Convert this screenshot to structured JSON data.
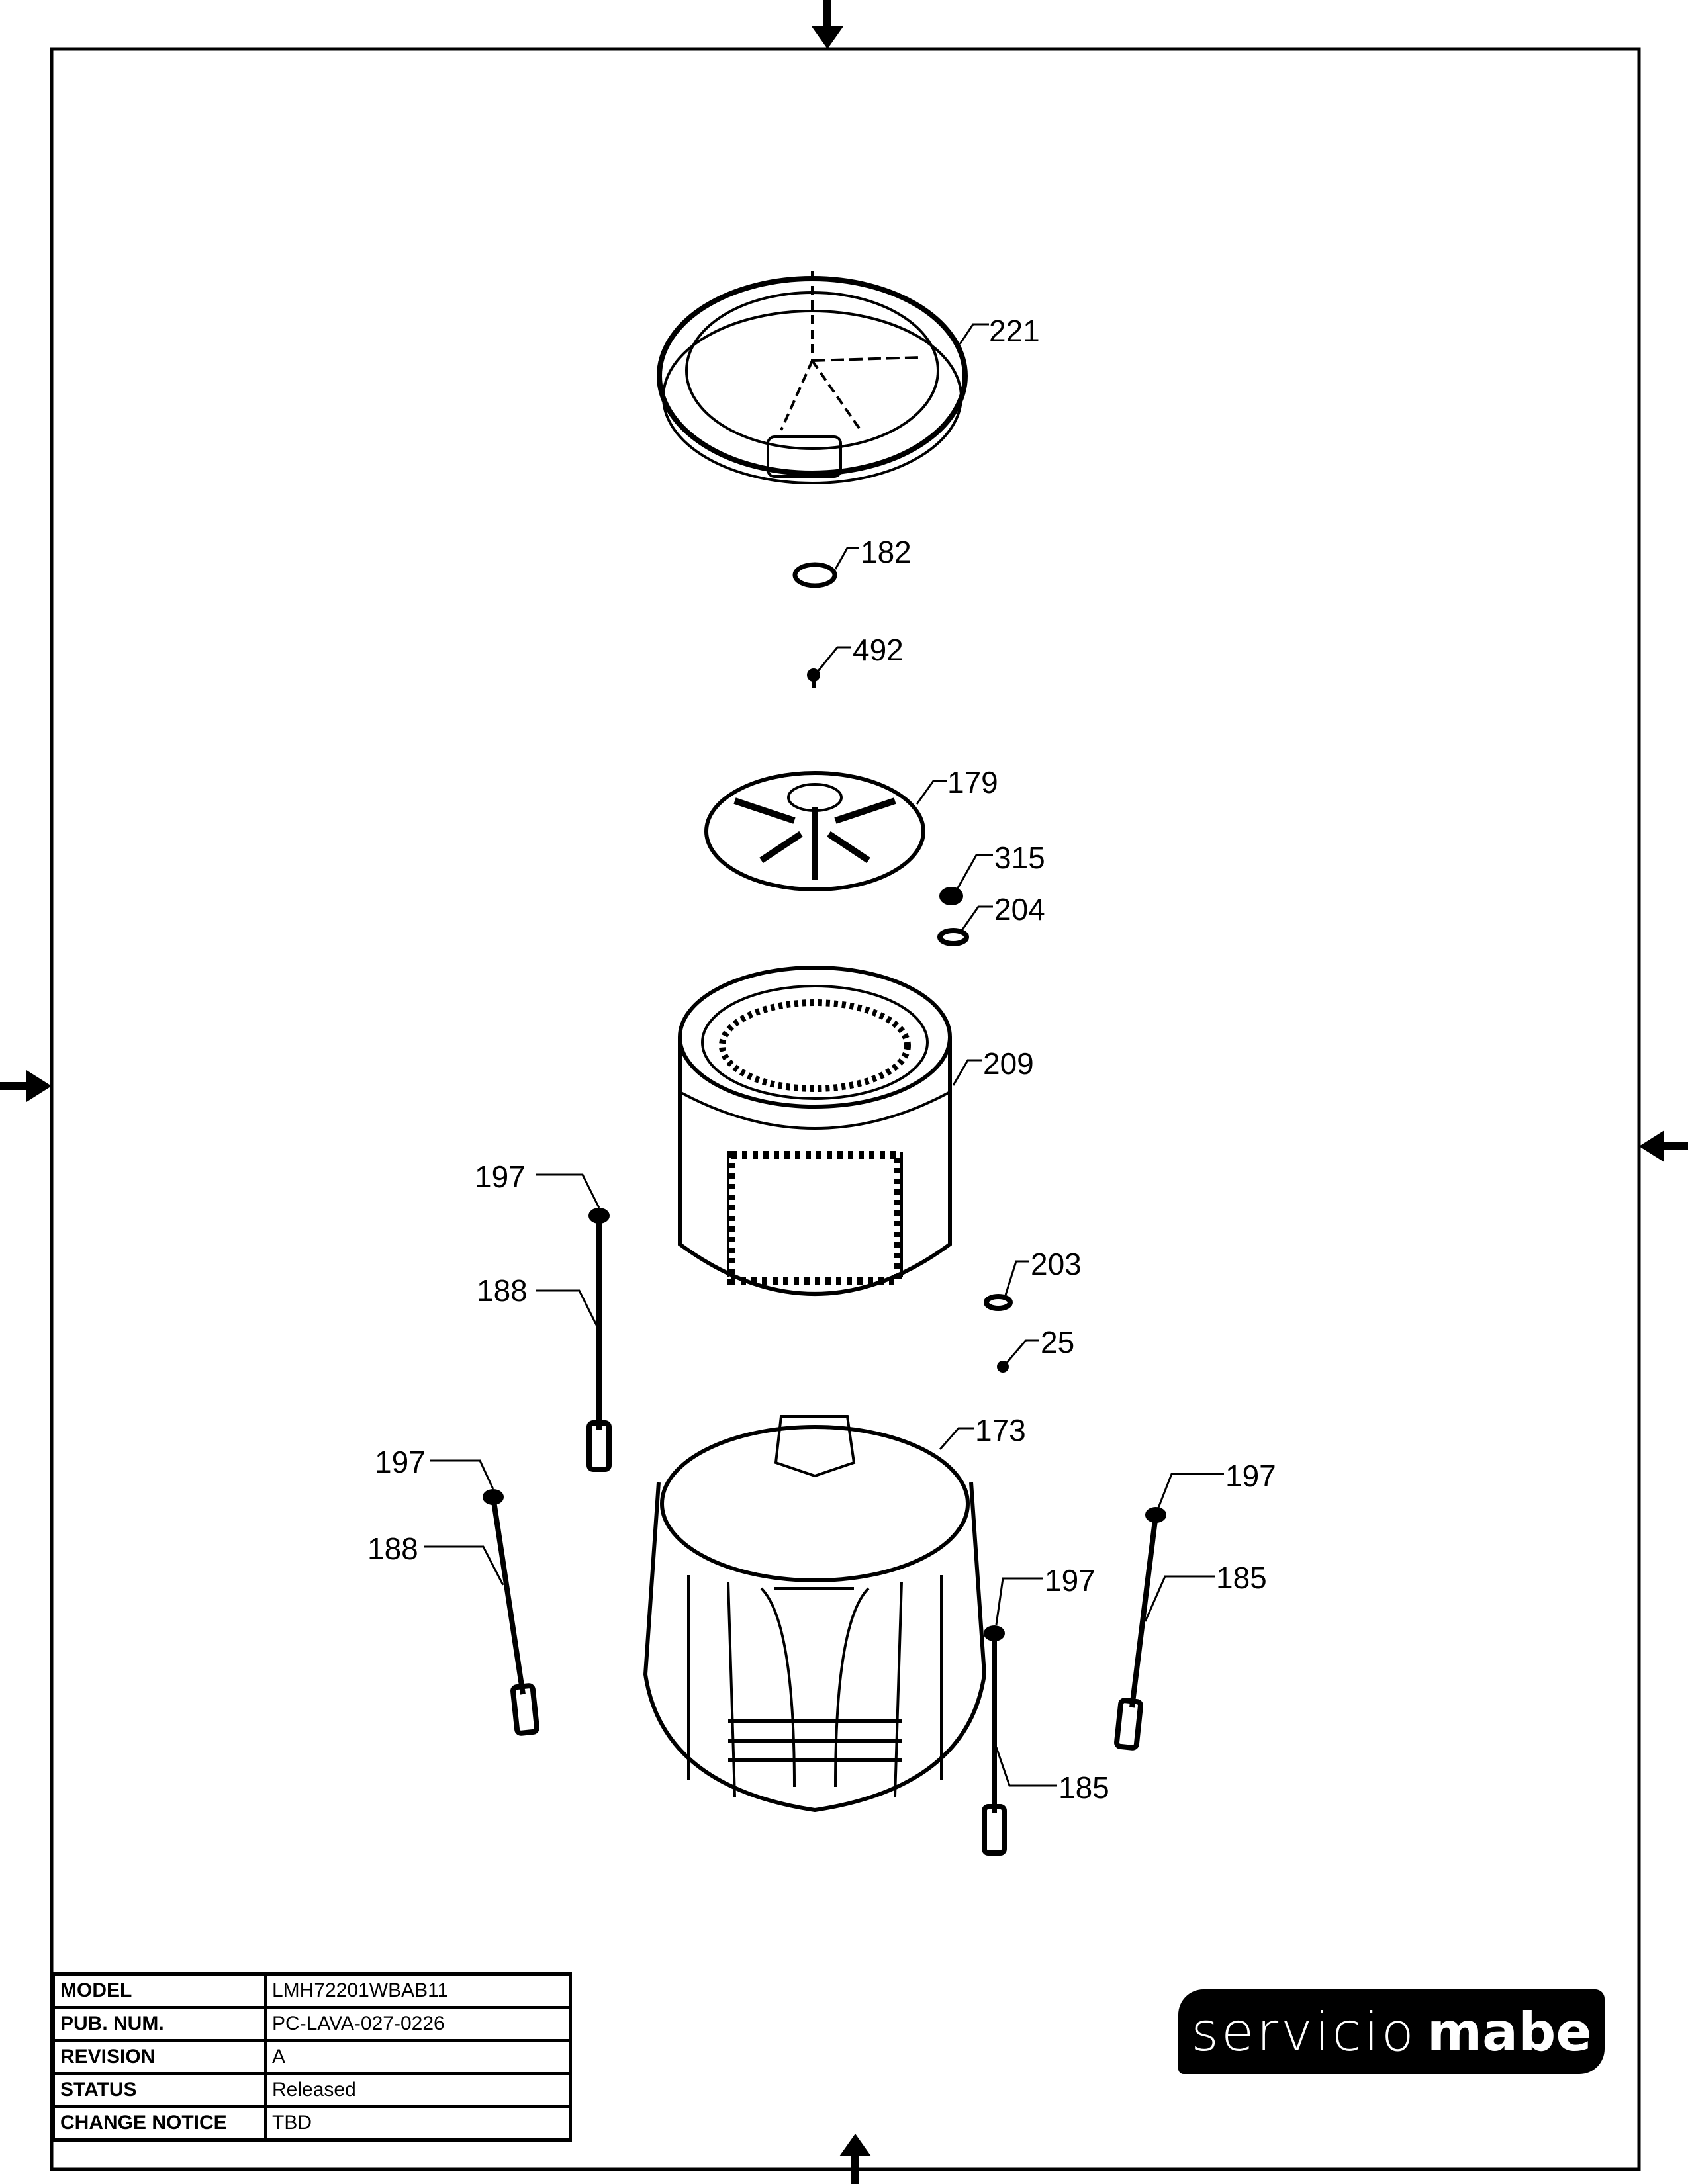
{
  "callouts": {
    "p221": "221",
    "p182": "182",
    "p492": "492",
    "p179": "179",
    "p315": "315",
    "p204": "204",
    "p209": "209",
    "p197a": "197",
    "p188a": "188",
    "p203": "203",
    "p25": "25",
    "p173": "173",
    "p197b": "197",
    "p188b": "188",
    "p197c": "197",
    "p185a": "185",
    "p197d": "197",
    "p185b": "185"
  },
  "title_block": [
    {
      "label": "MODEL",
      "value": "LMH72201WBAB11"
    },
    {
      "label": "PUB. NUM.",
      "value": "PC-LAVA-027-0226"
    },
    {
      "label": "REVISION",
      "value": "A"
    },
    {
      "label": "STATUS",
      "value": "Released"
    },
    {
      "label": "CHANGE NOTICE",
      "value": "TBD"
    }
  ],
  "logo": {
    "part1": "servicio",
    "part2": "mabe"
  }
}
